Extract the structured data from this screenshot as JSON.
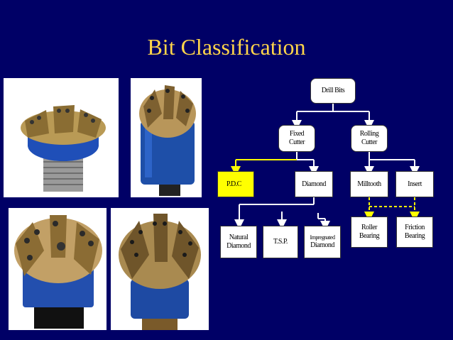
{
  "slide": {
    "title": "Bit Classification"
  },
  "photos": [
    {
      "name": "pdc-bit-photo-1",
      "description_icon": "drill-bit-icon"
    },
    {
      "name": "pdc-bit-photo-2",
      "description_icon": "drill-bit-icon"
    },
    {
      "name": "pdc-bit-photo-3",
      "description_icon": "drill-bit-icon"
    },
    {
      "name": "pdc-bit-photo-4",
      "description_icon": "drill-bit-icon"
    }
  ],
  "diagram": {
    "root": "Drill Bits",
    "fixed_cutter": "Fixed\nCutter",
    "rolling_cutter": "Rolling\nCutter",
    "pdc": "P.D.C",
    "diamond": "Diamond",
    "milltooth": "Milltooth",
    "insert": "Insert",
    "natural_diamond": "Natural\nDiamond",
    "tsp": "T.S.P.",
    "impregnated_diamond_line1": "Impregnated",
    "impregnated_diamond_line2": "Diamond",
    "roller_bearing": "Roller\nBearing",
    "friction_bearing": "Friction\nBearing"
  },
  "colors": {
    "background": "#000066",
    "title": "#ffd54a",
    "highlight": "#ffff00",
    "connector": "#ffffff",
    "dashed_connector": "#ffff00"
  }
}
